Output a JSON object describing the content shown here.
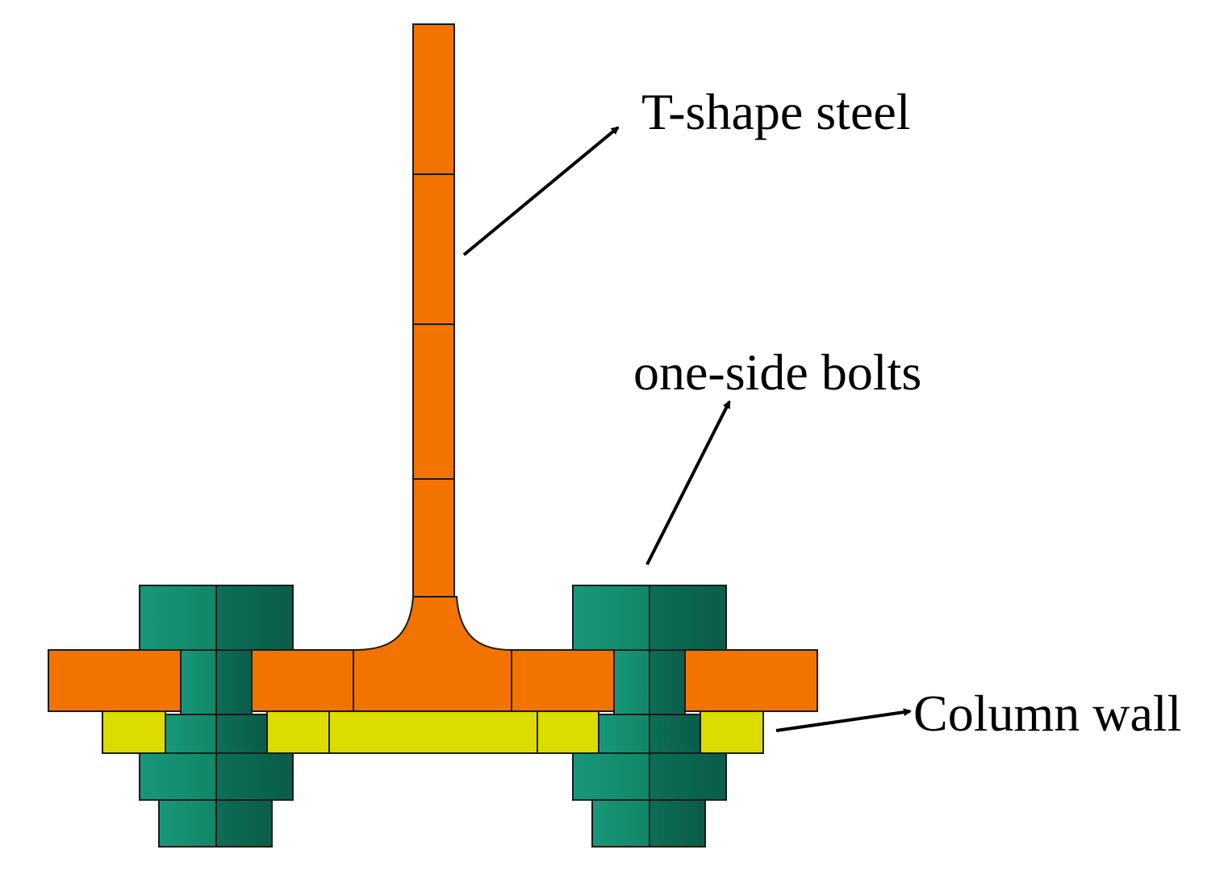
{
  "labels": {
    "t_shape_steel": "T-shape steel",
    "one_side_bolts": "one-side bolts",
    "column_wall": "Column wall"
  },
  "colors": {
    "steel": "#f27300",
    "wall": "#dcdc00",
    "bolt_light": "#138a6c",
    "bolt_dark": "#0a6a52",
    "outline": "#1a1a1a",
    "arrow": "#000000"
  }
}
